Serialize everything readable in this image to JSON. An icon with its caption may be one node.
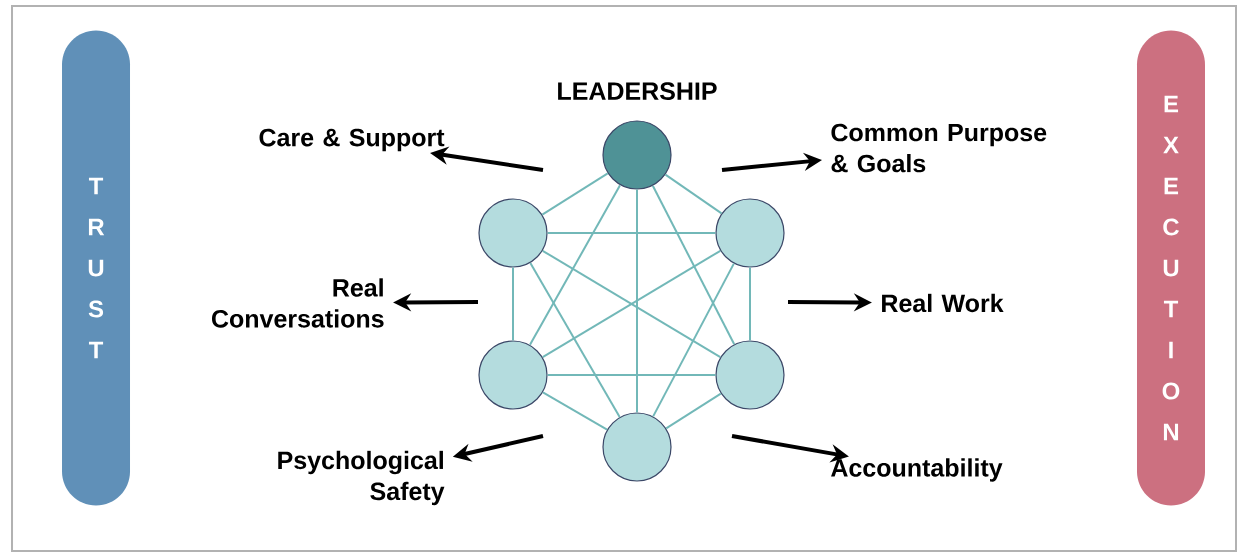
{
  "diagram": {
    "nodes": [
      {
        "text": [
          "TRUST"
        ]
      },
      {
        "text": [
          "Care & Support"
        ]
      },
      {
        "text": [],
        "shape": "circle",
        "beside": [
          "LEADERSHIP"
        ]
      },
      {
        "text": [
          "Common Purpose & Goals"
        ]
      },
      {
        "text": [],
        "shape": "circle"
      },
      {
        "text": [],
        "shape": "circle"
      },
      {
        "text": [
          "Real Conversations"
        ]
      },
      {
        "text": [
          "Real Work"
        ]
      },
      {
        "text": [],
        "shape": "circle"
      },
      {
        "text": [],
        "shape": "circle"
      },
      {
        "text": [
          "Psychological Safety"
        ]
      },
      {
        "text": [],
        "shape": "circle"
      },
      {
        "text": [
          "Accountability"
        ]
      },
      {
        "text": [
          "EXECUTION"
        ]
      }
    ],
    "edges": [
      {
        "from": 2,
        "to": 4,
        "arrow": "none"
      },
      {
        "from": 2,
        "to": 5,
        "arrow": "none"
      },
      {
        "from": 2,
        "to": 8,
        "arrow": "none"
      },
      {
        "from": 2,
        "to": 9,
        "arrow": "none"
      },
      {
        "from": 2,
        "to": 11,
        "arrow": "none"
      },
      {
        "from": 4,
        "to": 5,
        "arrow": "none"
      },
      {
        "from": 4,
        "to": 8,
        "arrow": "none"
      },
      {
        "from": 4,
        "to": 9,
        "arrow": "none"
      },
      {
        "from": 4,
        "to": 11,
        "arrow": "none"
      },
      {
        "from": 5,
        "to": 8,
        "arrow": "none"
      },
      {
        "from": 5,
        "to": 9,
        "arrow": "none"
      },
      {
        "from": 5,
        "to": 11,
        "arrow": "none"
      },
      {
        "from": 8,
        "to": 9,
        "arrow": "none"
      },
      {
        "from": 8,
        "to": 11,
        "arrow": "none"
      },
      {
        "from": 9,
        "to": 11,
        "arrow": "none"
      },
      {
        "from": null,
        "to": 1,
        "arrow": "to",
        "style": "thick",
        "color": "#000000"
      },
      {
        "from": null,
        "to": 3,
        "arrow": "to",
        "style": "thick",
        "color": "#000000"
      },
      {
        "from": null,
        "to": 6,
        "arrow": "to",
        "style": "thick",
        "color": "#000000"
      },
      {
        "from": null,
        "to": 7,
        "arrow": "to",
        "style": "thick",
        "color": "#000000"
      },
      {
        "from": null,
        "to": 10,
        "arrow": "to",
        "style": "thick",
        "color": "#000000"
      },
      {
        "from": null,
        "to": 12,
        "arrow": "to",
        "style": "thick",
        "color": "#000000"
      }
    ]
  }
}
